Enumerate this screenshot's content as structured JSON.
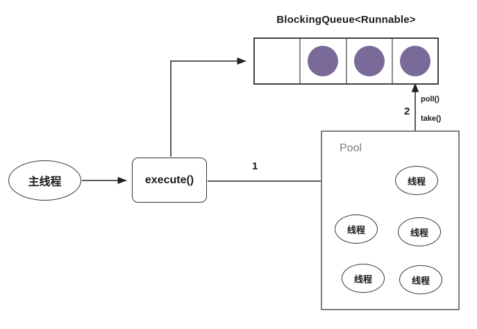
{
  "title": "BlockingQueue<Runnable>",
  "nodes": {
    "main_thread": "主线程",
    "execute": "execute()"
  },
  "queue": {
    "cells": [
      {
        "filled": false
      },
      {
        "filled": true
      },
      {
        "filled": true
      },
      {
        "filled": true
      }
    ]
  },
  "pool": {
    "label": "Pool",
    "threads": [
      {
        "label": "线程"
      },
      {
        "label": "线程"
      },
      {
        "label": "线程"
      },
      {
        "label": "线程"
      },
      {
        "label": "线程"
      }
    ]
  },
  "edges": {
    "step1": "1",
    "step2": "2",
    "poll": "poll()",
    "take": "take()"
  },
  "colors": {
    "task-circle": "#7a6a9a",
    "pool-border": "#7d7d7d",
    "pool-label": "#7d7d7d"
  }
}
